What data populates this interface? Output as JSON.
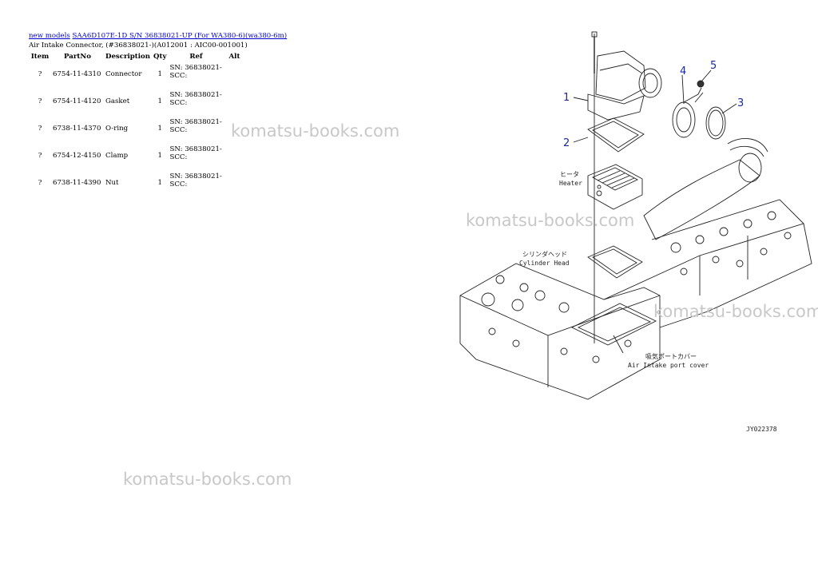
{
  "breadcrumb": {
    "link1": "new models",
    "link2": "SAA6D107E-1D S/N 36838021-UP (For WA380-6)(wa380-6m)"
  },
  "subtitle": "Air Intake Connector, (#36838021-)(A012001 : AIC00-001001)",
  "table": {
    "headers": [
      "Item",
      "PartNo",
      "Description",
      "Qty",
      "Ref",
      "Alt"
    ],
    "rows": [
      {
        "item": "?",
        "part_no": "6754-11-4310",
        "description": "Connector",
        "qty": "1",
        "ref_line1": "SN: 36838021-",
        "ref_line2": "SCC:",
        "alt": ""
      },
      {
        "item": "?",
        "part_no": "6754-11-4120",
        "description": "Gasket",
        "qty": "1",
        "ref_line1": "SN: 36838021-",
        "ref_line2": "SCC:",
        "alt": ""
      },
      {
        "item": "?",
        "part_no": "6738-11-4370",
        "description": "O-ring",
        "qty": "1",
        "ref_line1": "SN: 36838021-",
        "ref_line2": "SCC:",
        "alt": ""
      },
      {
        "item": "?",
        "part_no": "6754-12-4150",
        "description": "Clamp",
        "qty": "1",
        "ref_line1": "SN: 36838021-",
        "ref_line2": "SCC:",
        "alt": ""
      },
      {
        "item": "?",
        "part_no": "6738-11-4390",
        "description": "Nut",
        "qty": "1",
        "ref_line1": "SN: 36838021-",
        "ref_line2": "SCC:",
        "alt": ""
      }
    ]
  },
  "watermarks": [
    "komatsu-books.com",
    "komatsu-books.com",
    "komatsu-books.com",
    "komatsu-books.com"
  ],
  "diagram": {
    "callouts": [
      "1",
      "2",
      "3",
      "4",
      "5"
    ],
    "label_heater_jp": "ヒータ",
    "label_heater": "Heater",
    "label_cylinder_head_jp": "シリンダヘッド",
    "label_cylinder_head": "Cylinder Head",
    "label_port_cover_jp": "吸気ポートカバー",
    "label_port_cover": "Air Intake port cover",
    "drawing_id": "JY022378",
    "callout_color": "#1a2a9a"
  }
}
